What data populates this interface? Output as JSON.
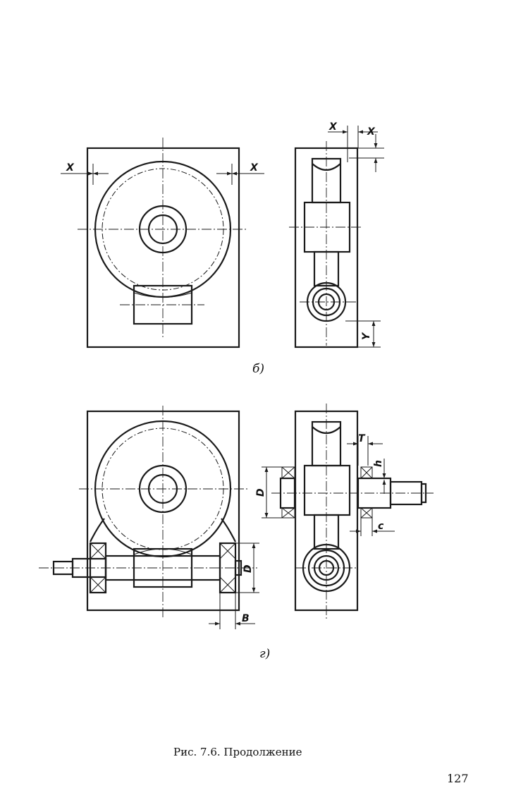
{
  "figure": {
    "caption": "Рис. 7.6. Продолжение",
    "page_number": "127",
    "panels": [
      {
        "label": "б)",
        "dims": [
          "X",
          "X",
          "X",
          "X",
          "Y"
        ]
      },
      {
        "label": "г)",
        "dims": [
          "D",
          "D",
          "B",
          "T",
          "h",
          "c"
        ]
      }
    ]
  }
}
